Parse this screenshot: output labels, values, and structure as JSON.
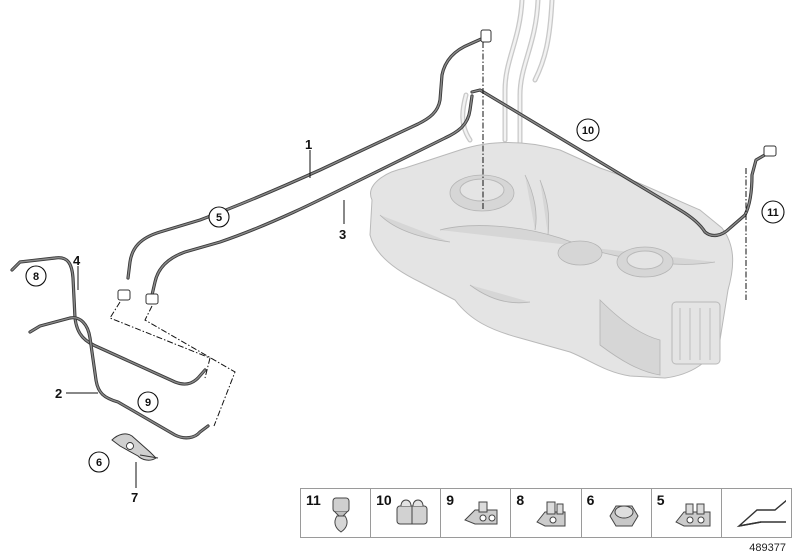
{
  "callouts": {
    "c1": "1",
    "c2": "2",
    "c3": "3",
    "c4": "4",
    "c5": "5",
    "c6": "6",
    "c7": "7",
    "c8": "8",
    "c9": "9",
    "c10": "10",
    "c11": "11"
  },
  "parts_strip": [
    {
      "number": "11",
      "icon": "push-clip-icon"
    },
    {
      "number": "10",
      "icon": "pipe-clip-icon"
    },
    {
      "number": "9",
      "icon": "pipe-holder-icon"
    },
    {
      "number": "8",
      "icon": "pipe-holder-icon"
    },
    {
      "number": "6",
      "icon": "nut-icon"
    },
    {
      "number": "5",
      "icon": "double-pipe-holder-icon"
    },
    {
      "number": "",
      "icon": "arrow-icon"
    }
  ],
  "image_id": "489377",
  "colors": {
    "tank_fill": "#e4e4e4",
    "pipe": "#3a3a3a",
    "line": "#111111"
  }
}
